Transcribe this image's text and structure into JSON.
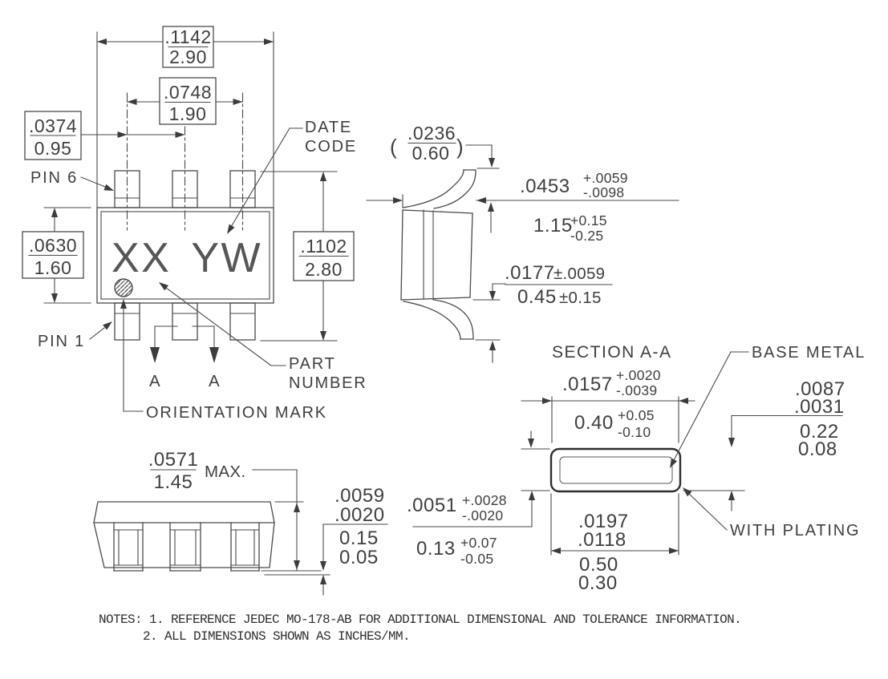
{
  "colors": {
    "line": "#4a4a4a",
    "text": "#3f3f3f",
    "background": "#ffffff"
  },
  "top_view": {
    "pin6_label": "PIN 6",
    "pin1_label": "PIN 1",
    "date_code_label": [
      "DATE",
      "CODE"
    ],
    "part_number_label": [
      "PART",
      "NUMBER"
    ],
    "orientation_mark_label": "ORIENTATION MARK",
    "marking": "XX YW",
    "section_arrow_label": "A",
    "dim_overall_width": {
      "in": ".1142",
      "mm": "2.90"
    },
    "dim_lead_span": {
      "in": ".0748",
      "mm": "1.90"
    },
    "dim_pitch": {
      "in": ".0374",
      "mm": "0.95"
    },
    "dim_body_height": {
      "in": ".0630",
      "mm": "1.60"
    },
    "dim_overall_height": {
      "in": ".1102",
      "mm": "2.80"
    }
  },
  "side_view": {
    "dim_lead_top": {
      "open": "(",
      "in": ".0236",
      "mm": "0.60",
      "close": ")"
    },
    "dim_lead_length": {
      "in": ".0453",
      "in_plus": "+.0059",
      "in_minus": "-.0098",
      "mm": "1.15",
      "mm_plus": "+0.15",
      "mm_minus": "-0.25"
    },
    "dim_foot": {
      "in": ".0177",
      "in_tol": "±.0059",
      "mm": "0.45",
      "mm_tol": "±0.15"
    }
  },
  "section_view": {
    "title": "SECTION A-A",
    "base_metal_label": "BASE METAL",
    "with_plating_label": "WITH PLATING",
    "dim_lead_width": {
      "in": ".0157",
      "in_plus": "+.0020",
      "in_minus": "-.0039",
      "mm": "0.40",
      "mm_plus": "+0.05",
      "mm_minus": "-0.10"
    },
    "dim_plating": {
      "in_max": ".0087",
      "in_min": ".0031",
      "mm_max": "0.22",
      "mm_min": "0.08"
    },
    "dim_thickness": {
      "in": ".0051",
      "in_plus": "+.0028",
      "in_minus": "-.0020",
      "mm": "0.13",
      "mm_plus": "+0.07",
      "mm_minus": "-0.05"
    },
    "dim_width_range": {
      "in_max": ".0197",
      "in_min": ".0118",
      "mm_max": "0.50",
      "mm_min": "0.30"
    }
  },
  "front_view": {
    "dim_height": {
      "in": ".0571",
      "mm": "1.45",
      "qualifier": "MAX."
    },
    "dim_standoff": {
      "in_max": ".0059",
      "in_min": ".0020",
      "mm_max": "0.15",
      "mm_min": "0.05"
    }
  },
  "notes": {
    "line1": "NOTES: 1. REFERENCE JEDEC MO-178-AB FOR ADDITIONAL DIMENSIONAL AND TOLERANCE INFORMATION.",
    "line2": "2. ALL DIMENSIONS SHOWN AS INCHES/MM."
  }
}
